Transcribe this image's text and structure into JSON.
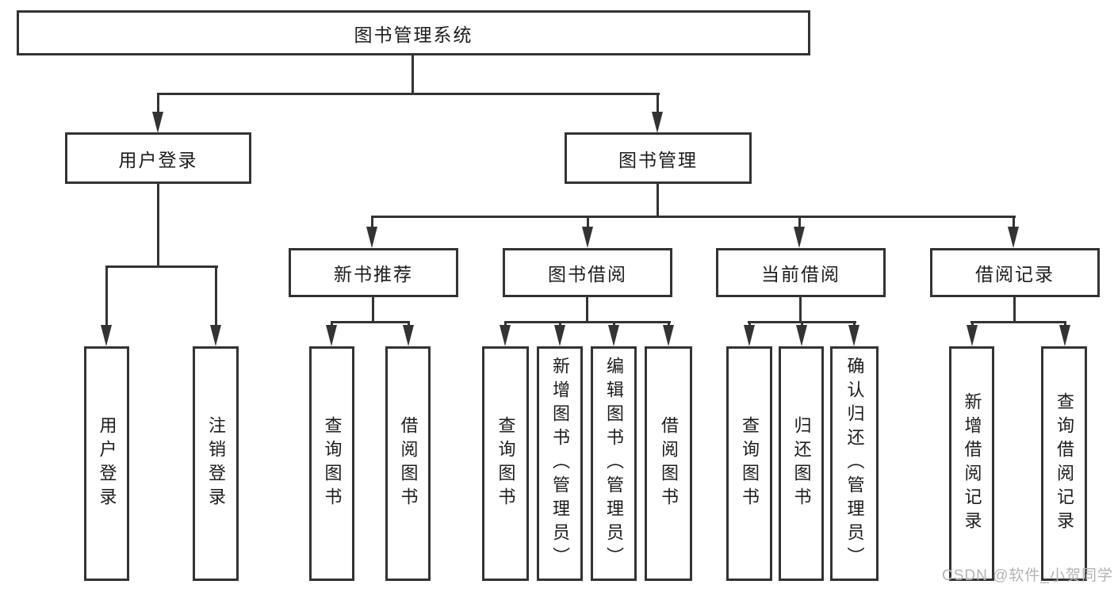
{
  "diagram": {
    "type": "hierarchy-tree",
    "accent_color": "#333333",
    "root": {
      "label": "图书管理系统"
    },
    "branches": [
      {
        "label": "用户登录",
        "children": [
          {
            "label": "用户登录"
          },
          {
            "label": "注销登录"
          }
        ]
      },
      {
        "label": "图书管理",
        "children": [
          {
            "label": "新书推荐",
            "children": [
              {
                "label": "查询图书"
              },
              {
                "label": "借阅图书"
              }
            ]
          },
          {
            "label": "图书借阅",
            "children": [
              {
                "label": "查询图书"
              },
              {
                "label": "新增图书（管理员）"
              },
              {
                "label": "编辑图书（管理员）"
              },
              {
                "label": "借阅图书"
              }
            ]
          },
          {
            "label": "当前借阅",
            "children": [
              {
                "label": "查询图书"
              },
              {
                "label": "归还图书"
              },
              {
                "label": "确认归还（管理员）"
              }
            ]
          },
          {
            "label": "借阅记录",
            "children": [
              {
                "label": "新增借阅记录"
              },
              {
                "label": "查询借阅记录"
              }
            ]
          }
        ]
      }
    ]
  },
  "watermark": {
    "text": "CSDN @软件_小贺同学",
    "color": "#b3b3b3"
  }
}
